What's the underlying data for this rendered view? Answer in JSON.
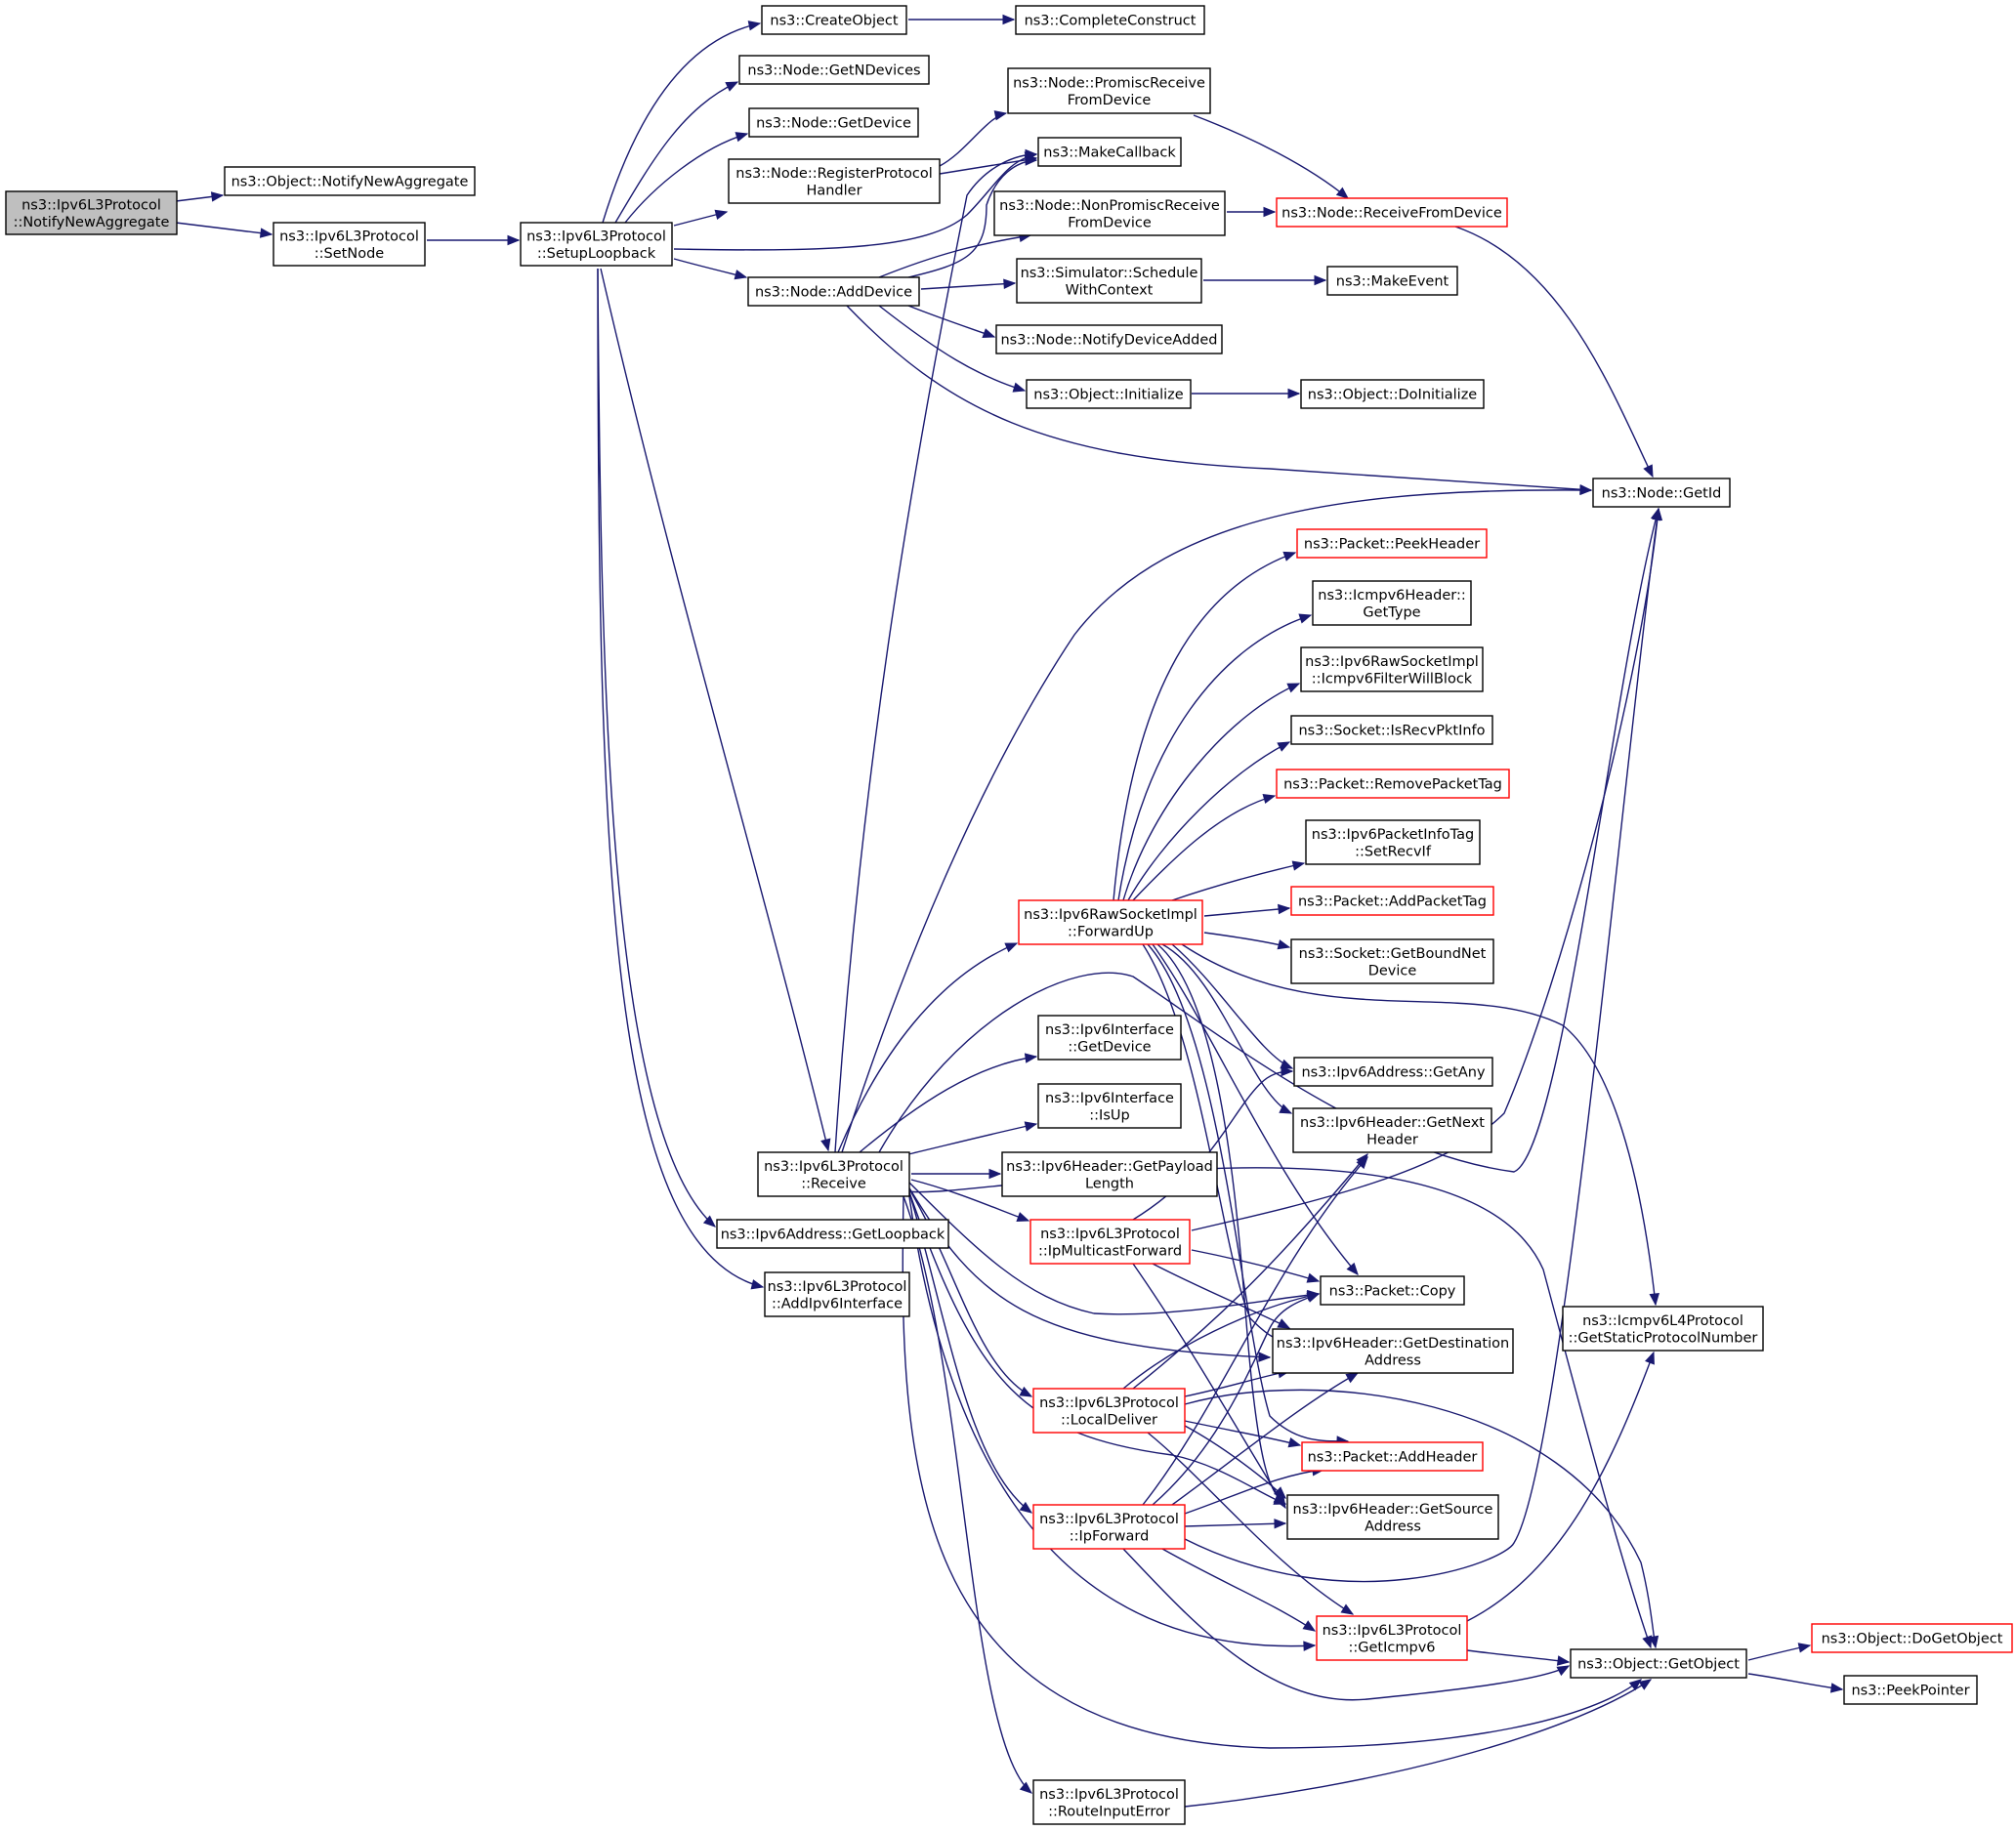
{
  "colors": {
    "edge": "#191970",
    "node_border": "#000000",
    "node_highlight_border": "#ff0000",
    "root_fill": "#bfbfbf",
    "node_fill": "#ffffff"
  },
  "nodes": [
    {
      "id": "root",
      "lines": [
        "ns3::Ipv6L3Protocol",
        "::NotifyNewAggregate"
      ],
      "style": "root"
    },
    {
      "id": "obj_notify",
      "lines": [
        "ns3::Object::NotifyNewAggregate"
      ],
      "style": "normal"
    },
    {
      "id": "setnode",
      "lines": [
        "ns3::Ipv6L3Protocol",
        "::SetNode"
      ],
      "style": "normal"
    },
    {
      "id": "setuploop",
      "lines": [
        "ns3::Ipv6L3Protocol",
        "::SetupLoopback"
      ],
      "style": "normal"
    },
    {
      "id": "createobj",
      "lines": [
        "ns3::CreateObject"
      ],
      "style": "normal"
    },
    {
      "id": "completeconstruct",
      "lines": [
        "ns3::CompleteConstruct"
      ],
      "style": "normal"
    },
    {
      "id": "getndevices",
      "lines": [
        "ns3::Node::GetNDevices"
      ],
      "style": "normal"
    },
    {
      "id": "getdevice",
      "lines": [
        "ns3::Node::GetDevice"
      ],
      "style": "normal"
    },
    {
      "id": "regproto",
      "lines": [
        "ns3::Node::RegisterProtocol",
        "Handler"
      ],
      "style": "normal"
    },
    {
      "id": "promisc",
      "lines": [
        "ns3::Node::PromiscReceive",
        "FromDevice"
      ],
      "style": "normal"
    },
    {
      "id": "makecallback",
      "lines": [
        "ns3::MakeCallback"
      ],
      "style": "normal"
    },
    {
      "id": "nonpromisc",
      "lines": [
        "ns3::Node::NonPromiscReceive",
        "FromDevice"
      ],
      "style": "normal"
    },
    {
      "id": "recvfromdev",
      "lines": [
        "ns3::Node::ReceiveFromDevice"
      ],
      "style": "red"
    },
    {
      "id": "adddevice",
      "lines": [
        "ns3::Node::AddDevice"
      ],
      "style": "normal"
    },
    {
      "id": "schedule",
      "lines": [
        "ns3::Simulator::Schedule",
        "WithContext"
      ],
      "style": "normal"
    },
    {
      "id": "makeevent",
      "lines": [
        "ns3::MakeEvent"
      ],
      "style": "normal"
    },
    {
      "id": "notifydevadded",
      "lines": [
        "ns3::Node::NotifyDeviceAdded"
      ],
      "style": "normal"
    },
    {
      "id": "objinit",
      "lines": [
        "ns3::Object::Initialize"
      ],
      "style": "normal"
    },
    {
      "id": "doinit",
      "lines": [
        "ns3::Object::DoInitialize"
      ],
      "style": "normal"
    },
    {
      "id": "getid",
      "lines": [
        "ns3::Node::GetId"
      ],
      "style": "normal"
    },
    {
      "id": "peekheader",
      "lines": [
        "ns3::Packet::PeekHeader"
      ],
      "style": "red"
    },
    {
      "id": "icmpgettype",
      "lines": [
        "ns3::Icmpv6Header::",
        "GetType"
      ],
      "style": "normal"
    },
    {
      "id": "filterblock",
      "lines": [
        "ns3::Ipv6RawSocketImpl",
        "::Icmpv6FilterWillBlock"
      ],
      "style": "normal"
    },
    {
      "id": "isrecvpkt",
      "lines": [
        "ns3::Socket::IsRecvPktInfo"
      ],
      "style": "normal"
    },
    {
      "id": "removetag",
      "lines": [
        "ns3::Packet::RemovePacketTag"
      ],
      "style": "red"
    },
    {
      "id": "setrecvif",
      "lines": [
        "ns3::Ipv6PacketInfoTag",
        "::SetRecvIf"
      ],
      "style": "normal"
    },
    {
      "id": "forwardup",
      "lines": [
        "ns3::Ipv6RawSocketImpl",
        "::ForwardUp"
      ],
      "style": "red"
    },
    {
      "id": "addtag",
      "lines": [
        "ns3::Packet::AddPacketTag"
      ],
      "style": "red"
    },
    {
      "id": "boundnet",
      "lines": [
        "ns3::Socket::GetBoundNet",
        "Device"
      ],
      "style": "normal"
    },
    {
      "id": "ifgetdevice",
      "lines": [
        "ns3::Ipv6Interface",
        "::GetDevice"
      ],
      "style": "normal"
    },
    {
      "id": "getany",
      "lines": [
        "ns3::Ipv6Address::GetAny"
      ],
      "style": "normal"
    },
    {
      "id": "isup",
      "lines": [
        "ns3::Ipv6Interface",
        "::IsUp"
      ],
      "style": "normal"
    },
    {
      "id": "getnext",
      "lines": [
        "ns3::Ipv6Header::GetNext",
        "Header"
      ],
      "style": "normal"
    },
    {
      "id": "receive",
      "lines": [
        "ns3::Ipv6L3Protocol",
        "::Receive"
      ],
      "style": "normal"
    },
    {
      "id": "payloadlen",
      "lines": [
        "ns3::Ipv6Header::GetPayload",
        "Length"
      ],
      "style": "normal"
    },
    {
      "id": "getloopback",
      "lines": [
        "ns3::Ipv6Address::GetLoopback"
      ],
      "style": "normal"
    },
    {
      "id": "mcastfwd",
      "lines": [
        "ns3::Ipv6L3Protocol",
        "::IpMulticastForward"
      ],
      "style": "red"
    },
    {
      "id": "addiface",
      "lines": [
        "ns3::Ipv6L3Protocol",
        "::AddIpv6Interface"
      ],
      "style": "normal"
    },
    {
      "id": "pktcopy",
      "lines": [
        "ns3::Packet::Copy"
      ],
      "style": "normal"
    },
    {
      "id": "staticproto",
      "lines": [
        "ns3::Icmpv6L4Protocol",
        "::GetStaticProtocolNumber"
      ],
      "style": "normal"
    },
    {
      "id": "getdest",
      "lines": [
        "ns3::Ipv6Header::GetDestination",
        "Address"
      ],
      "style": "normal"
    },
    {
      "id": "localdeliver",
      "lines": [
        "ns3::Ipv6L3Protocol",
        "::LocalDeliver"
      ],
      "style": "red"
    },
    {
      "id": "addheader",
      "lines": [
        "ns3::Packet::AddHeader"
      ],
      "style": "red"
    },
    {
      "id": "getsource",
      "lines": [
        "ns3::Ipv6Header::GetSource",
        "Address"
      ],
      "style": "normal"
    },
    {
      "id": "ipforward",
      "lines": [
        "ns3::Ipv6L3Protocol",
        "::IpForward"
      ],
      "style": "red"
    },
    {
      "id": "geticmpv6",
      "lines": [
        "ns3::Ipv6L3Protocol",
        "::GetIcmpv6"
      ],
      "style": "red"
    },
    {
      "id": "getobject",
      "lines": [
        "ns3::Object::GetObject"
      ],
      "style": "normal"
    },
    {
      "id": "dogetobject",
      "lines": [
        "ns3::Object::DoGetObject"
      ],
      "style": "red"
    },
    {
      "id": "peekpointer",
      "lines": [
        "ns3::PeekPointer"
      ],
      "style": "normal"
    },
    {
      "id": "routeerr",
      "lines": [
        "ns3::Ipv6L3Protocol",
        "::RouteInputError"
      ],
      "style": "normal"
    }
  ]
}
